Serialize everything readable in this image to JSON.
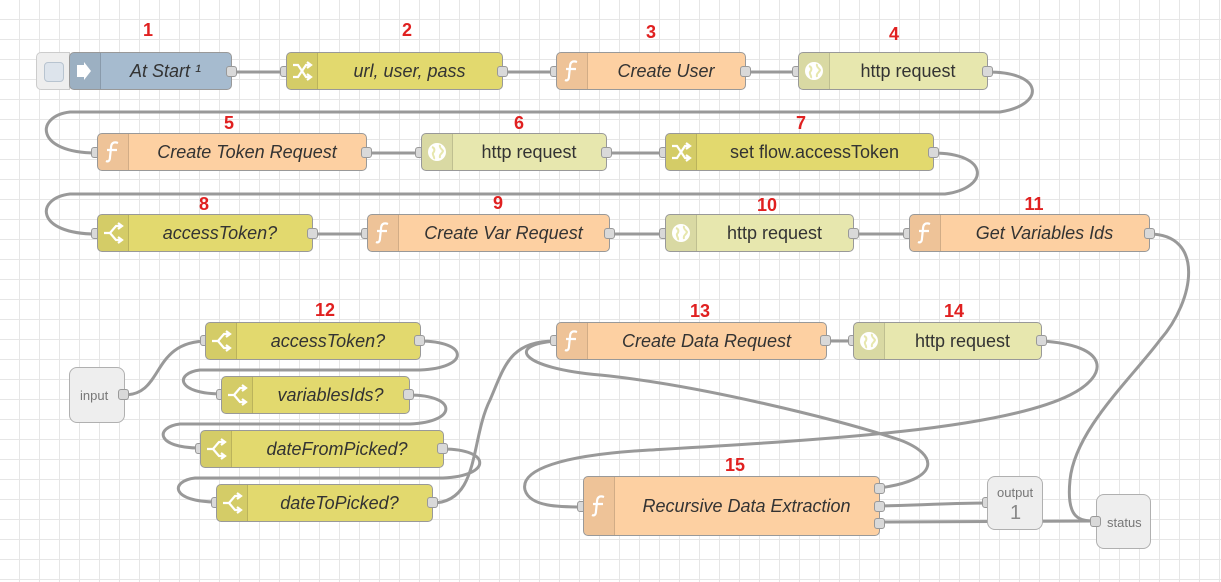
{
  "flow": {
    "numbers": [
      "1",
      "2",
      "3",
      "4",
      "5",
      "6",
      "7",
      "8",
      "9",
      "10",
      "11",
      "12",
      "13",
      "14",
      "15"
    ],
    "nodes": {
      "at_start": {
        "label": "At Start ¹",
        "icon": "arrow-in-icon"
      },
      "change_url": {
        "label": "url, user, pass",
        "icon": "shuffle-icon"
      },
      "create_user": {
        "label": "Create User",
        "icon": "function-icon"
      },
      "http4": {
        "label": "http request",
        "icon": "globe-icon"
      },
      "create_token": {
        "label": "Create Token Request",
        "icon": "function-icon"
      },
      "http6": {
        "label": "http request",
        "icon": "globe-icon"
      },
      "set_token": {
        "label": "set flow.accessToken",
        "icon": "shuffle-icon"
      },
      "switch8": {
        "label": "accessToken?",
        "icon": "switch-icon"
      },
      "create_var": {
        "label": "Create Var Request",
        "icon": "function-icon"
      },
      "http10": {
        "label": "http request",
        "icon": "globe-icon"
      },
      "get_vars": {
        "label": "Get Variables Ids",
        "icon": "function-icon"
      },
      "switch12a": {
        "label": "accessToken?",
        "icon": "switch-icon"
      },
      "switch12b": {
        "label": "variablesIds?",
        "icon": "switch-icon"
      },
      "switch12c": {
        "label": "dateFromPicked?",
        "icon": "switch-icon"
      },
      "switch12d": {
        "label": "dateToPicked?",
        "icon": "switch-icon"
      },
      "create_data": {
        "label": "Create Data Request",
        "icon": "function-icon"
      },
      "http14": {
        "label": "http request",
        "icon": "globe-icon"
      },
      "recursive": {
        "label": "Recursive Data Extraction",
        "icon": "function-icon"
      },
      "input": {
        "label": "input"
      },
      "output": {
        "label": "output",
        "value": "1"
      },
      "status": {
        "label": "status"
      }
    },
    "colors": {
      "inject": "#a6bbcf",
      "change": "#e2d96e",
      "function": "#fdd0a2",
      "http": "#e7e7ae",
      "switch": "#e2d96e",
      "number": "#e02020",
      "wire": "#999999"
    }
  }
}
